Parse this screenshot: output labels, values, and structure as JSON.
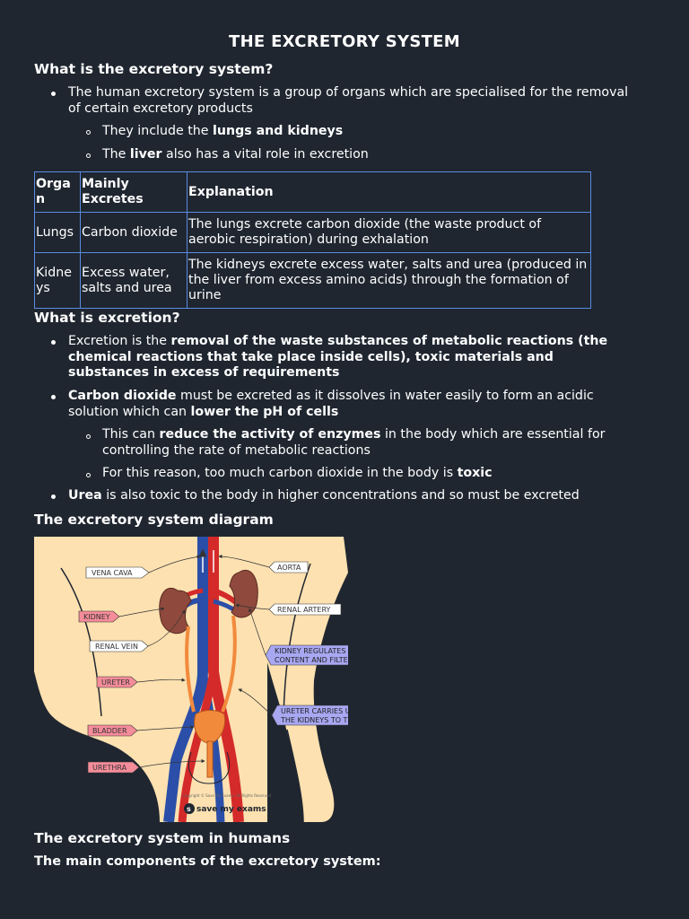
{
  "title": "THE EXCRETORY SYSTEM",
  "sec1": {
    "heading": "What is the excretory system?",
    "b1": {
      "l1": "The human excretory system is a group of organs which are specialised for the removal",
      "l2": "of certain excretory products"
    },
    "s1": {
      "a": "They include the ",
      "b": "lungs and kidneys"
    },
    "s2": {
      "a": "The ",
      "b": "liver",
      "c": " also has a vital role in excretion"
    }
  },
  "table": {
    "headers": {
      "organ": "Orga\nn",
      "mainly": "Mainly Excretes",
      "explanation": "Explanation"
    },
    "rows": [
      {
        "organ": "Lungs",
        "excretes": "Carbon dioxide",
        "explanation": "The lungs excrete carbon dioxide (the waste product of aerobic respiration) during exhalation"
      },
      {
        "organ": "Kidne\nys",
        "excretes": "Excess water, salts and urea",
        "explanation": "The kidneys excrete excess water, salts and urea (produced in the liver from excess amino acids) through the formation of urine"
      }
    ]
  },
  "sec2": {
    "heading": "What is excretion?",
    "b1": {
      "a": "Excretion is the ",
      "b1": "removal of the waste substances of metabolic reactions (the",
      "b2": "chemical reactions that take place inside cells), toxic materials and",
      "b3": "substances in excess of requirements"
    },
    "b2": {
      "a": "Carbon dioxide",
      "b": " must be excreted as it dissolves in water easily to form an acidic",
      "c": "solution which can ",
      "d": "lower the pH of cells"
    },
    "s1": {
      "a": "This can ",
      "b": "reduce the activity of enzymes",
      "c": " in the body which are essential for",
      "d": "controlling the rate of metabolic reactions"
    },
    "s2": {
      "a": "For this reason, too much carbon dioxide in the body is ",
      "b": "toxic"
    },
    "b3": {
      "a": "Urea",
      "b": " is also toxic to the body in higher concentrations and so must be excreted"
    }
  },
  "sec3": {
    "heading": "The excretory system diagram"
  },
  "diagram": {
    "labels": {
      "vena_cava": "VENA  CAVA",
      "kidney": "KIDNEY",
      "renal_vein": "RENAL  VEIN",
      "ureter": "URETER",
      "bladder": "BLADDER",
      "urethra": "URETHRA",
      "aorta": "AORTA",
      "renal_artery": "RENAL  ARTERY",
      "kidney_note_1": "KIDNEY  REGULATES  WATER",
      "kidney_note_2": "CONTENT  AND  FILTERS  BLOOD",
      "ureter_note_1": "URETER  CARRIES  URINE  FROM",
      "ureter_note_2": "THE  KIDNEYS  TO  THE  BLADDER"
    },
    "copyright": "Copyright © Save My Exams. All Rights Reserved",
    "logo": "save my exams",
    "colors": {
      "skin": "#fde1b0",
      "artery": "#d42a2a",
      "vein": "#2b4fa8",
      "kidney": "#8f4a3d",
      "ureter": "#f28a3c",
      "pink_label": "#f58c9a",
      "purple_label": "#a8a7f2"
    }
  },
  "sec4": {
    "heading": "The excretory system in humans",
    "sub": "The main components of the excretory system:"
  }
}
